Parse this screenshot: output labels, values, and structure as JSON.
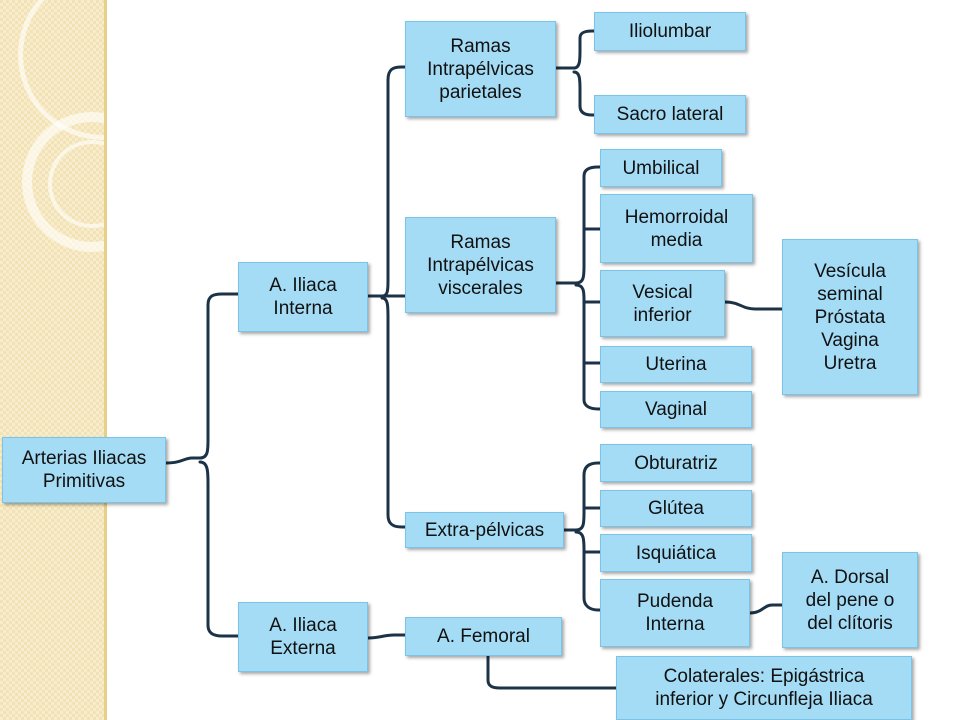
{
  "nodes": {
    "primitivas": "Arterias Iliacas\nPrimitivas",
    "interna": "A. Iliaca\nInterna",
    "externa": "A. Iliaca\nExterna",
    "parietales": "Ramas\nIntrapélvicas\nparietales",
    "viscerales": "Ramas\nIntrapélvicas\nviscerales",
    "extrapelvicas": "Extra-pélvicas",
    "femoral": "A. Femoral",
    "iliolumbar": "Iliolumbar",
    "sacro": "Sacro lateral",
    "umbilical": "Umbilical",
    "hemorroidal": "Hemorroidal\nmedia",
    "vesical": "Vesical\ninferior",
    "uterina": "Uterina",
    "vaginal": "Vaginal",
    "vesicula": "Vesícula\nseminal\nPróstata\nVagina\nUretra",
    "obturatriz": "Obturatriz",
    "glutea": "Glútea",
    "isquiatica": "Isquiática",
    "pudenda": "Pudenda\nInterna",
    "dorsal": "A. Dorsal\ndel pene o\ndel clítoris",
    "colaterales": "Colaterales: Epigástrica\ninferior y Circunfleja Iliaca"
  },
  "colors": {
    "node_fill": "#a4dcf6",
    "node_border": "#7cc3e8",
    "connector": "#1c3347",
    "left_strip": "#f3e3b4"
  }
}
